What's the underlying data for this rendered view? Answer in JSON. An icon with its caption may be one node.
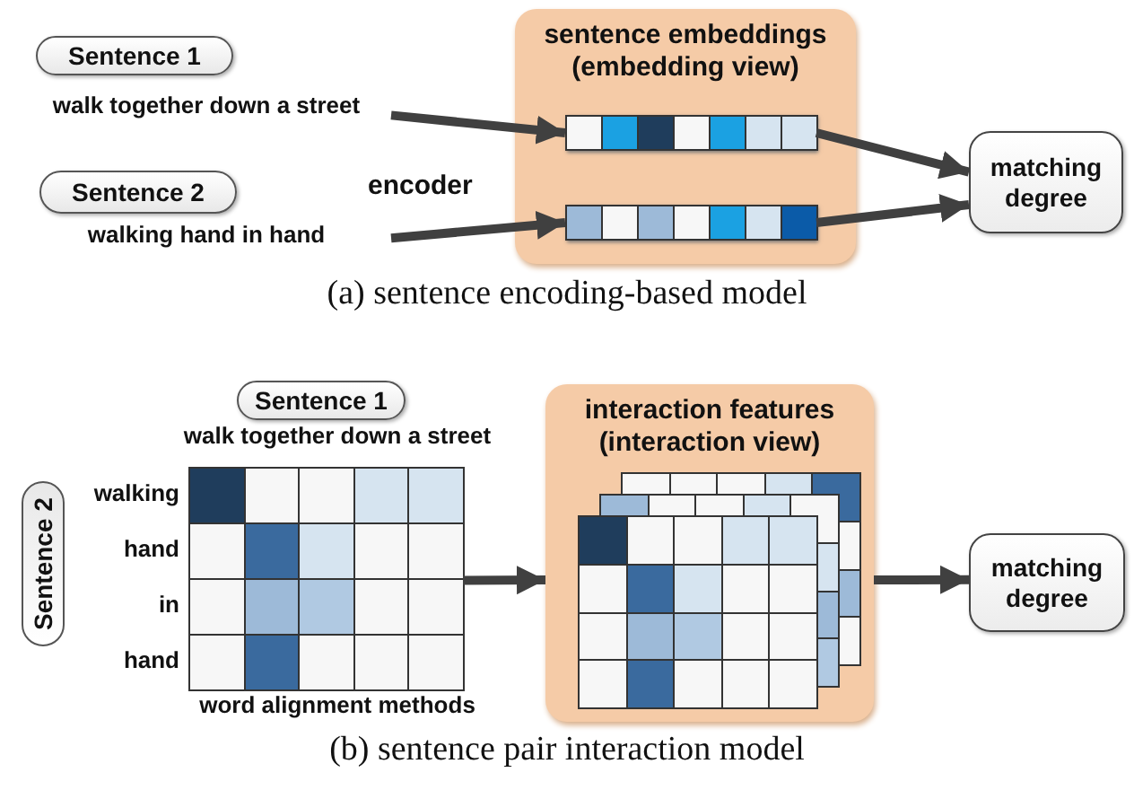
{
  "diagram": {
    "nodes": [
      {
        "text": [
          "Sentence 1"
        ],
        "beside": [
          "walk together down a street"
        ]
      },
      {
        "text": [
          "Sentence 2"
        ],
        "beside": [
          "walking hand in hand"
        ]
      },
      {
        "text": [
          "sentence embeddings (embedding view)"
        ]
      },
      {
        "text": [],
        "shape": "bar",
        "in": 2
      },
      {
        "text": [],
        "shape": "bar",
        "in": 2
      },
      {
        "text": [
          "matching degree"
        ]
      },
      {
        "text": [
          "Sentence 1"
        ],
        "beside": [
          "walk together down a street"
        ]
      },
      {
        "text": [
          "Sentence 2"
        ]
      },
      {
        "text": [],
        "shape": "box",
        "beside": [
          "word alignment methods"
        ]
      },
      {
        "text": [
          "interaction features (interaction view)"
        ]
      },
      {
        "text": [],
        "shape": "box",
        "in": 9
      },
      {
        "text": [
          "matching degree"
        ]
      }
    ],
    "edges": [
      {
        "from": 0,
        "to": 3,
        "arrow": "to"
      },
      {
        "from": 1,
        "to": 4,
        "arrow": "to"
      },
      {
        "from": 3,
        "to": 5,
        "arrow": "to"
      },
      {
        "from": 4,
        "to": 5,
        "arrow": "to"
      },
      {
        "from": 8,
        "to": 9,
        "arrow": "to"
      },
      {
        "from": 9,
        "to": 11,
        "arrow": "to"
      }
    ],
    "labels": [
      "encoder",
      "(a) sentence encoding-based model",
      "walking",
      "hand",
      "in",
      "hand",
      "(b) sentence pair interaction model"
    ]
  }
}
